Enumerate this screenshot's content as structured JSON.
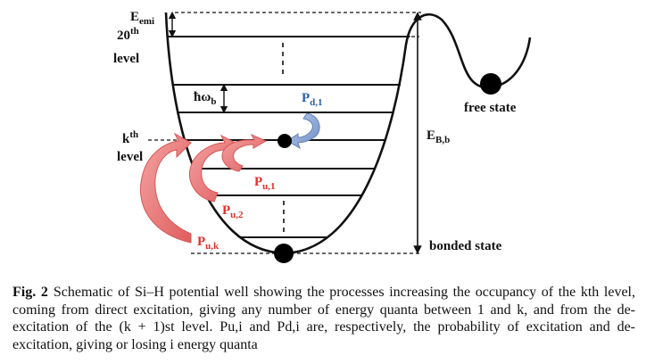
{
  "figure": {
    "labels": {
      "e_emi": "E",
      "e_emi_sub": "emi",
      "level20": "20",
      "level20_sup": "th",
      "level20_word": "level",
      "hbar_omega": "ħω",
      "hbar_omega_sub": "b",
      "p_d1": "P",
      "p_d1_sub": "d,1",
      "kth": "k",
      "kth_sup": "th",
      "kth_word": "level",
      "p_u1": "P",
      "p_u1_sub": "u,1",
      "p_u2": "P",
      "p_u2_sub": "u,2",
      "p_uk": "P",
      "p_uk_sub": "u,k",
      "e_bb": "E",
      "e_bb_sub": "B,b",
      "free_state": "free state",
      "bonded_state": "bonded state"
    },
    "colors": {
      "red_arrow": "#e87070",
      "red_text": "#e0302a",
      "blue_arrow": "#7f9fd0",
      "blue_text": "#2c5fa8"
    }
  },
  "caption": {
    "fig_label": "Fig. 2",
    "text": "Schematic of Si–H potential well showing the processes increasing the occupancy of the kth level, coming from direct excitation, giving any number of energy quanta between 1 and k, and from the de-excitation of the (k + 1)st level. Pu,i and Pd,i are, respectively, the probability of excitation and de-excitation, giving or losing i energy quanta"
  }
}
